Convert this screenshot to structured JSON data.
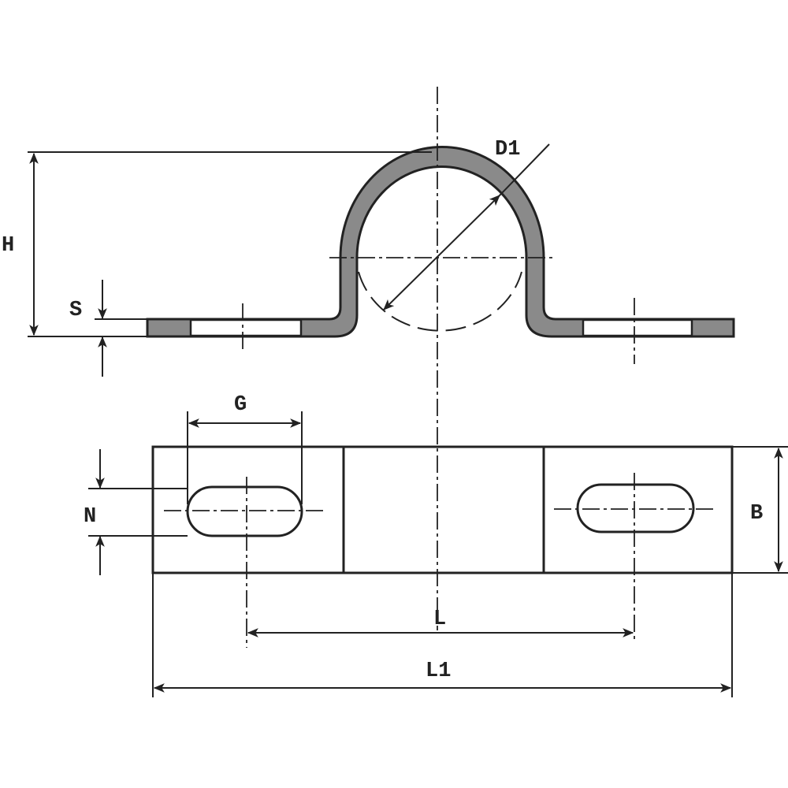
{
  "labels": {
    "height": "H",
    "thickness": "S",
    "diameter": "D1",
    "slot_length": "G",
    "slot_width": "N",
    "width": "B",
    "hole_spacing": "L",
    "total_length": "L1"
  },
  "colors": {
    "section_fill": "#8a8a8a",
    "line": "#222222"
  }
}
